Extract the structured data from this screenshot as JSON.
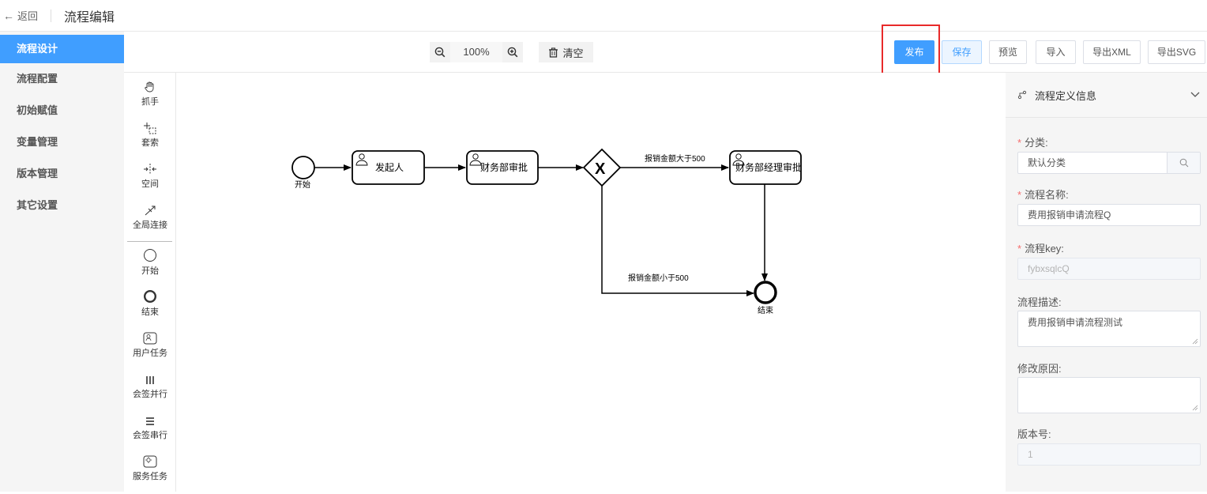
{
  "header": {
    "back_label": "返回",
    "title": "流程编辑"
  },
  "sidebar": {
    "items": [
      {
        "label": "流程设计",
        "active": true
      },
      {
        "label": "流程配置"
      },
      {
        "label": "初始赋值"
      },
      {
        "label": "变量管理"
      },
      {
        "label": "版本管理"
      },
      {
        "label": "其它设置"
      }
    ]
  },
  "toolbar": {
    "zoom_value": "100%",
    "clear_label": "清空",
    "actions": {
      "publish": "发布",
      "save": "保存",
      "preview": "预览",
      "import": "导入",
      "export_xml": "导出XML",
      "export_svg": "导出SVG"
    },
    "highlight_color": "#e82a2a",
    "primary_color": "#409eff"
  },
  "palette": {
    "items": [
      {
        "label": "抓手",
        "icon": "hand-icon"
      },
      {
        "label": "套索",
        "icon": "lasso-icon"
      },
      {
        "label": "空间",
        "icon": "space-icon"
      },
      {
        "label": "全局连接",
        "icon": "connect-icon"
      },
      {
        "label": "开始",
        "icon": "start-event-icon"
      },
      {
        "label": "结束",
        "icon": "end-event-icon"
      },
      {
        "label": "用户任务",
        "icon": "user-task-icon"
      },
      {
        "label": "会签并行",
        "icon": "parallel-icon"
      },
      {
        "label": "会签串行",
        "icon": "serial-icon"
      },
      {
        "label": "服务任务",
        "icon": "service-task-icon"
      }
    ]
  },
  "diagram": {
    "start_label": "开始",
    "end_label": "结束",
    "tasks": [
      "发起人",
      "财务部审批",
      "财务部经理审批"
    ],
    "gateway_symbol": "X",
    "flow_gt500": "报销金额大于500",
    "flow_lt500": "报销金额小于500"
  },
  "panel": {
    "title": "流程定义信息",
    "category": {
      "label": "分类:",
      "value": "默认分类"
    },
    "name": {
      "label": "流程名称:",
      "value": "费用报销申请流程Q"
    },
    "key": {
      "label": "流程key:",
      "value": "fybxsqlcQ"
    },
    "desc": {
      "label": "流程描述:",
      "value": "费用报销申请流程测试"
    },
    "reason": {
      "label": "修改原因:",
      "value": ""
    },
    "version": {
      "label": "版本号:",
      "value": "1"
    }
  }
}
